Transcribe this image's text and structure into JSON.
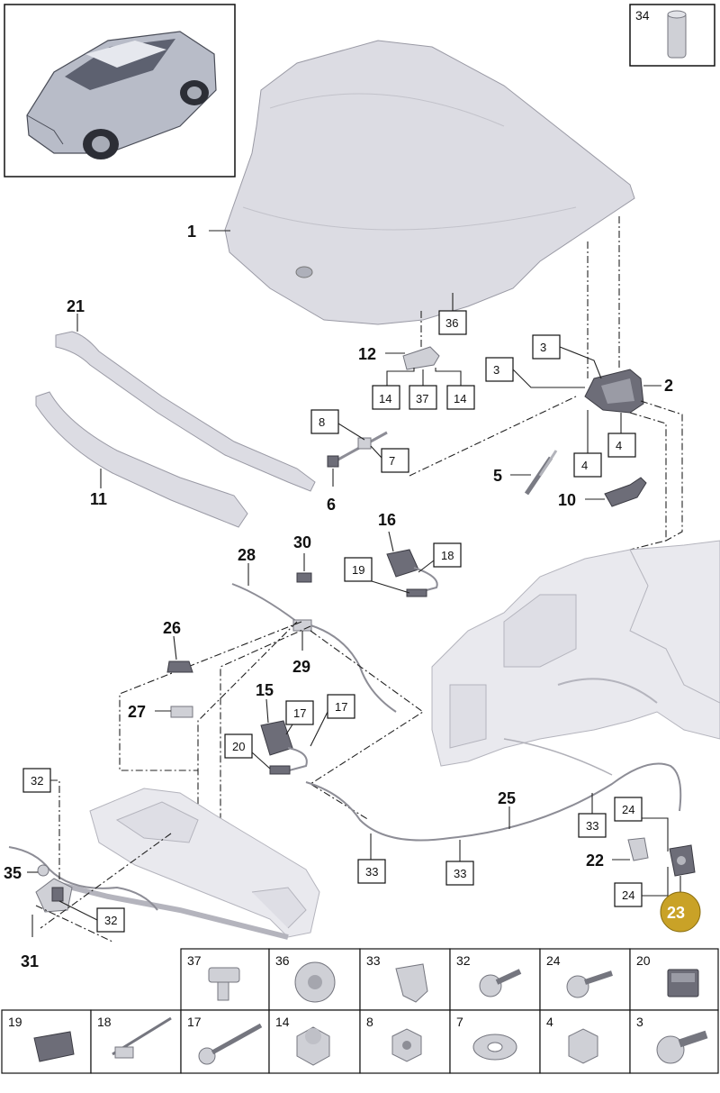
{
  "callouts": {
    "hood": "1",
    "hinge": "2",
    "gas_strut": "5",
    "clip_6": "6",
    "bracket_10": "10",
    "trim_11": "11",
    "bracket_12": "12",
    "cable_15": "15",
    "cable_16": "16",
    "seal_21": "21",
    "cable_22": "22",
    "lock_23": "23",
    "cable_25": "25",
    "clip_26": "26",
    "clip_27": "27",
    "cable_28": "28",
    "connector_29": "29",
    "cap_30": "30",
    "lock_31": "31",
    "bolt_35": "35"
  },
  "boxed_refs": {
    "r34": "34",
    "r36": "36",
    "r3a": "3",
    "r3b": "3",
    "r14a": "14",
    "r37": "37",
    "r14b": "14",
    "r8": "8",
    "r7": "7",
    "r4a": "4",
    "r4b": "4",
    "r18": "18",
    "r19": "19",
    "r17a": "17",
    "r17b": "17",
    "r20": "20",
    "r32a": "32",
    "r32b": "32",
    "r33a": "33",
    "r33b": "33",
    "r33c": "33",
    "r24a": "24",
    "r24b": "24"
  },
  "hardware_table": {
    "row1": [
      "37",
      "36",
      "33",
      "32",
      "24",
      "20"
    ],
    "row2": [
      "19",
      "18",
      "17",
      "14",
      "8",
      "7",
      "4",
      "3"
    ]
  },
  "colors": {
    "highlight_badge": "#c9a227",
    "line": "#222222",
    "part_fill": "#dcdce3"
  }
}
